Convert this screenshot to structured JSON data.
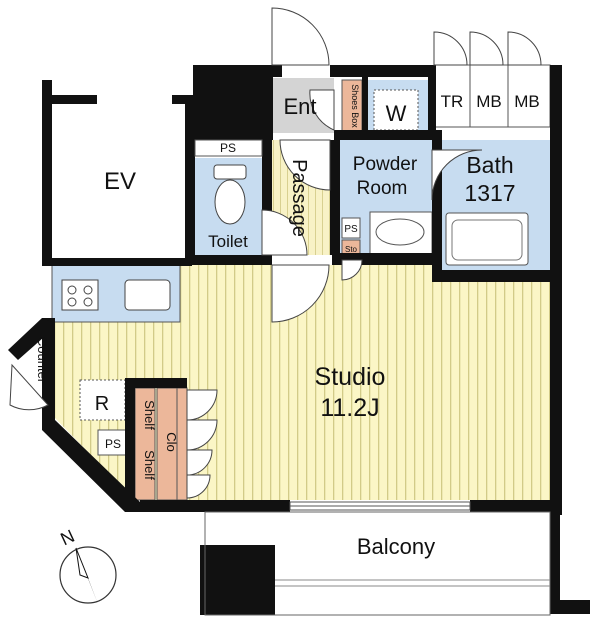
{
  "plan": {
    "labels": {
      "ev": "EV",
      "ent": "Ent",
      "shoes_box": "Shoes Box",
      "washer": "W",
      "tr": "TR",
      "mb1": "MB",
      "mb2": "MB",
      "ps_top": "PS",
      "passage": "Passage",
      "powder_line1": "Powder",
      "powder_line2": "Room",
      "bath_line1": "Bath",
      "bath_line2": "1317",
      "toilet": "Toilet",
      "ps_mid": "PS",
      "sto": "Sto",
      "counter": "Counter",
      "studio_line1": "Studio",
      "studio_line2": "11.2J",
      "fridge": "R",
      "clo": "Clo",
      "shelf1": "Shelf",
      "shelf2": "Shelf",
      "ps_bottom": "PS",
      "balcony": "Balcony",
      "north": "N"
    },
    "colors": {
      "wall": "#111111",
      "studio_floor": "#fbf6c6",
      "studio_stripe": "#d8d18a",
      "wet_area": "#c7dcf0",
      "passage_floor": "#f8f2c6",
      "storage": "#ecb79a",
      "entrance": "#d4d4d4"
    }
  }
}
